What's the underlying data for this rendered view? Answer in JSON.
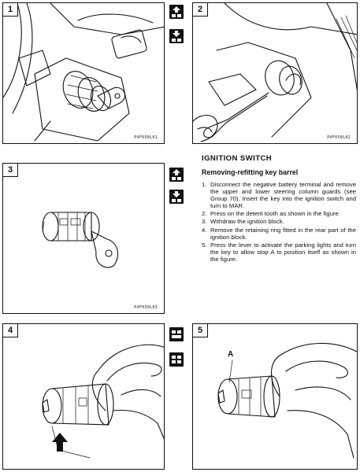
{
  "panels": [
    {
      "number": "1",
      "code": "P4F050L01"
    },
    {
      "number": "2",
      "code": "P4F050L02"
    },
    {
      "number": "3",
      "code": "P4F050L03"
    },
    {
      "number": "4",
      "code": ""
    },
    {
      "number": "5",
      "code": ""
    }
  ],
  "callouts": {
    "stop_label": "A"
  },
  "icons": [
    "removal-icon",
    "refit-icon",
    "removal-icon",
    "refit-icon",
    "component-icon",
    "assembly-icon"
  ],
  "section": {
    "title": "IGNITION SWITCH",
    "subtitle": "Removing-refitting key barrel",
    "steps": [
      {
        "n": "1.",
        "text": "Disconnect the negative battery terminal and remove the upper and lower steering column guards (see Group 70). Insert the key into the ignition switch and turn to MAR."
      },
      {
        "n": "2.",
        "text": "Press on the detent tooth as shown in the figure."
      },
      {
        "n": "3.",
        "text": "Withdraw the ignition block."
      },
      {
        "n": "4.",
        "text": "Remove the retaining ring fitted in the rear part of the ignition block."
      },
      {
        "n": "5.",
        "text": "Press the lever to activate the parking lights and turn the key to allow stop A to position itself as shown in the figure."
      }
    ]
  }
}
